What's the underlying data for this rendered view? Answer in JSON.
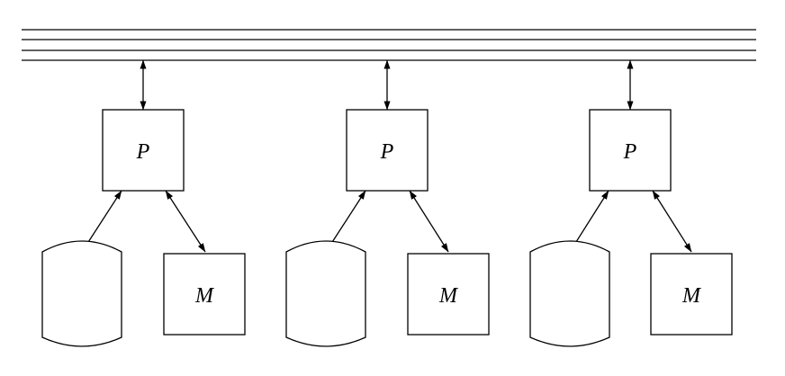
{
  "labels": {
    "processor": "P",
    "memory": "M"
  },
  "nodes": [
    {
      "processor_label": "P",
      "memory_label": "M"
    },
    {
      "processor_label": "P",
      "memory_label": "M"
    },
    {
      "processor_label": "P",
      "memory_label": "M"
    }
  ],
  "bus": {
    "line_count": 4
  }
}
